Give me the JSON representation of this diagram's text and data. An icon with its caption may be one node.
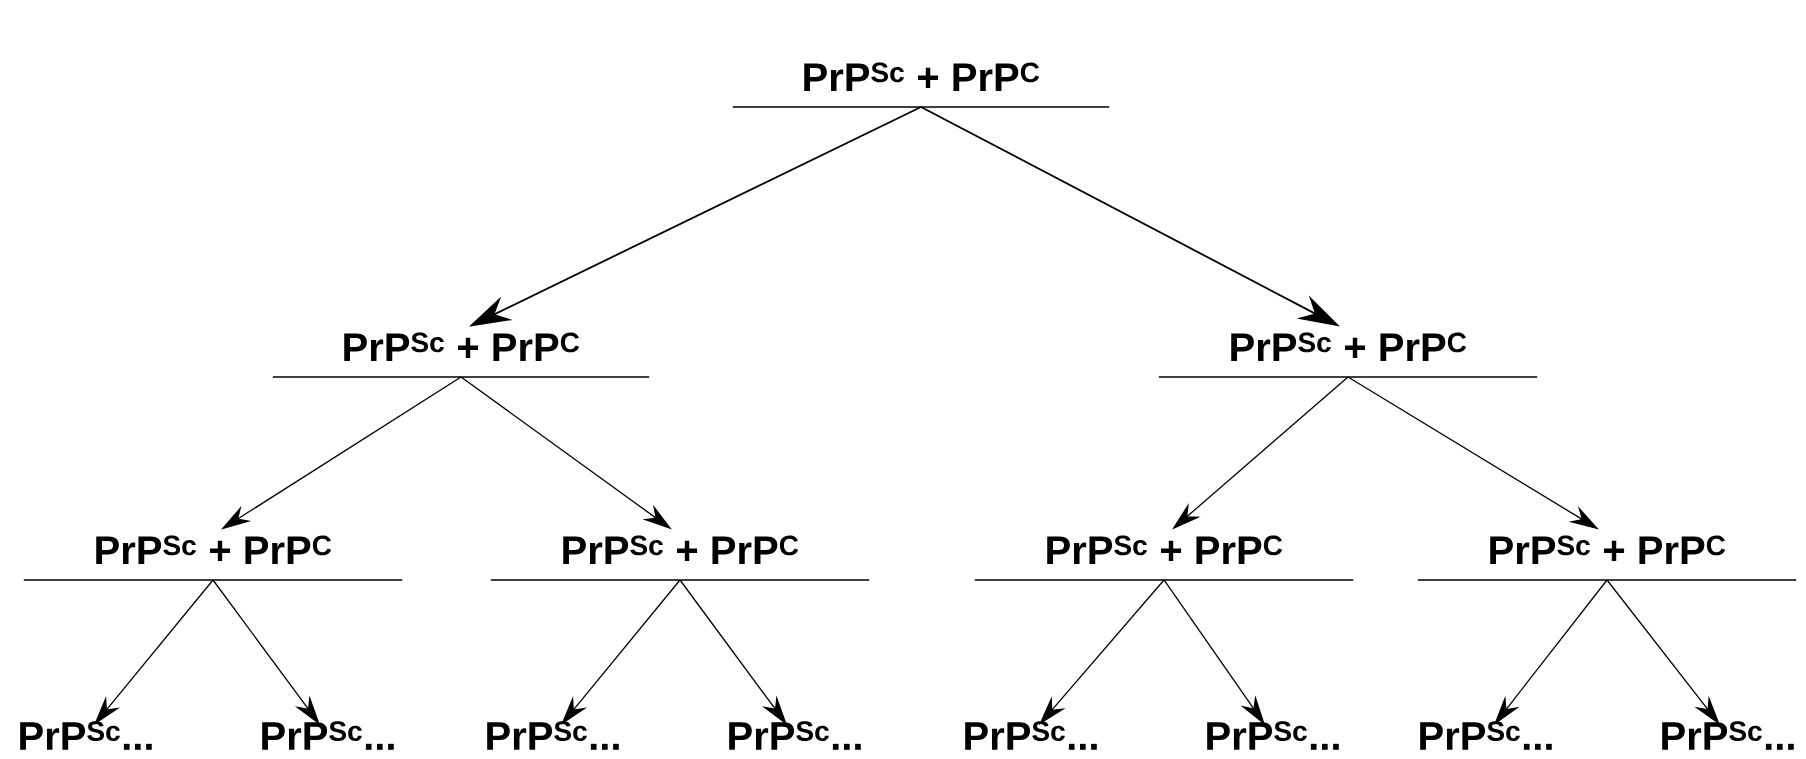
{
  "diagram": {
    "nodes": [
      {
        "text": [
          "PrP$^{Sc}$ + PrP$^{C}$"
        ]
      },
      {
        "text": [
          "PrP$^{Sc}$ + PrP$^{C}$"
        ]
      },
      {
        "text": [
          "PrP$^{Sc}$ + PrP$^{C}$"
        ]
      },
      {
        "text": [
          "PrP$^{Sc}$ + PrP$^{C}$"
        ]
      },
      {
        "text": [
          "PrP$^{Sc}$ + PrP$^{C}$"
        ]
      },
      {
        "text": [
          "PrP$^{Sc}$ + PrP$^{C}$"
        ]
      },
      {
        "text": [
          "PrP$^{Sc}$ + PrP$^{C}$"
        ]
      },
      {
        "text": [
          "PrP$^{Sc}$..."
        ]
      },
      {
        "text": [
          "PrP$^{Sc}$..."
        ]
      },
      {
        "text": [
          "PrP$^{Sc}$..."
        ]
      },
      {
        "text": [
          "PrP$^{Sc}$..."
        ]
      },
      {
        "text": [
          "PrP$^{Sc}$..."
        ]
      },
      {
        "text": [
          "PrP$^{Sc}$..."
        ]
      },
      {
        "text": [
          "PrP$^{Sc}$..."
        ]
      },
      {
        "text": [
          "PrP$^{Sc}$..."
        ]
      }
    ],
    "edges": [
      {
        "from": 0,
        "to": 1,
        "arrow": "to"
      },
      {
        "from": 0,
        "to": 2,
        "arrow": "to"
      },
      {
        "from": 1,
        "to": 3,
        "arrow": "to"
      },
      {
        "from": 1,
        "to": 4,
        "arrow": "to"
      },
      {
        "from": 2,
        "to": 5,
        "arrow": "to"
      },
      {
        "from": 2,
        "to": 6,
        "arrow": "to"
      },
      {
        "from": 3,
        "to": 7,
        "arrow": "to"
      },
      {
        "from": 3,
        "to": 8,
        "arrow": "to"
      },
      {
        "from": 4,
        "to": 9,
        "arrow": "to"
      },
      {
        "from": 4,
        "to": 10,
        "arrow": "to"
      },
      {
        "from": 5,
        "to": 11,
        "arrow": "to"
      },
      {
        "from": 5,
        "to": 12,
        "arrow": "to"
      },
      {
        "from": 6,
        "to": 13,
        "arrow": "to"
      },
      {
        "from": 6,
        "to": 14,
        "arrow": "to"
      }
    ]
  }
}
